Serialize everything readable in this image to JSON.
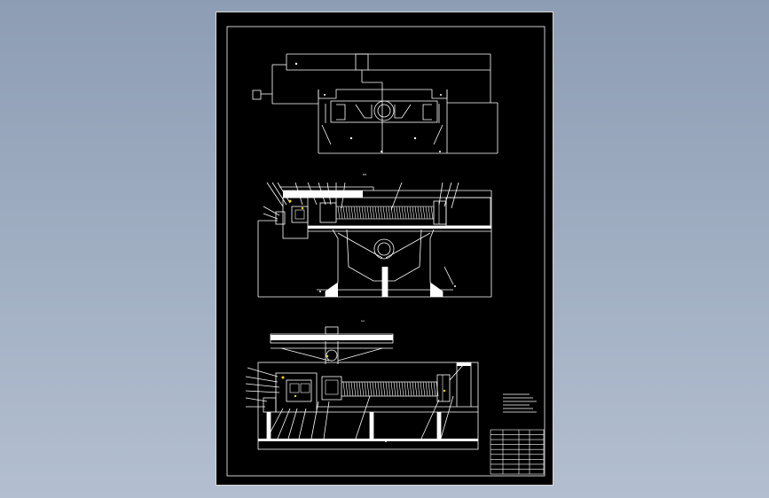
{
  "viewport": {
    "background_top": "#8d9db4",
    "background_bottom": "#b3bfd0"
  },
  "sheet": {
    "background": "#000000",
    "line_color": "#ffffff",
    "accent_color": "#ffd400"
  },
  "views": {
    "section_b_label": "B-B",
    "section_a_label": "A-A"
  },
  "title_block": {
    "rows": 9
  }
}
